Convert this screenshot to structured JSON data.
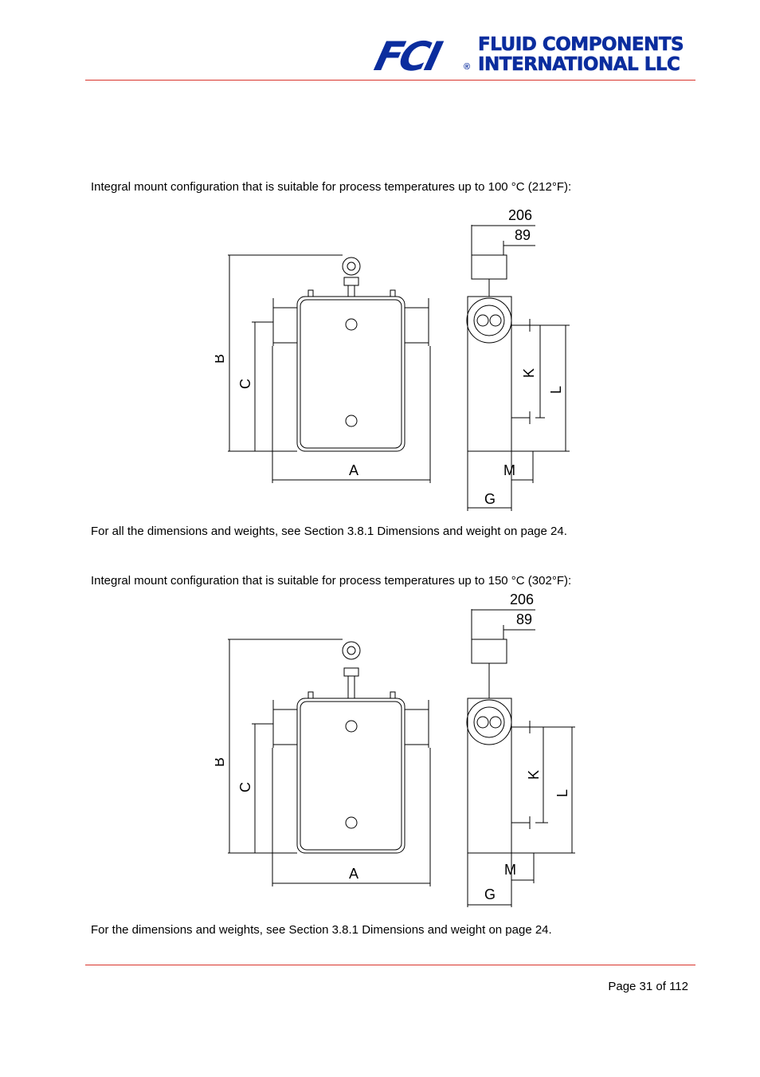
{
  "header": {
    "logo_mark": "FCI",
    "logo_registered": "®",
    "company_line1": "FLUID COMPONENTS",
    "company_line2": "INTERNATIONAL LLC",
    "brand_color": "#0b2d9e",
    "rule_color": "#d9342b"
  },
  "sections": [
    {
      "intro": "Integral mount configuration that is suitable for process temperatures up to 100 °C (212°F):",
      "figure": {
        "dim_top": "206",
        "dim_sub": "89",
        "label_a": "A",
        "label_b": "B",
        "label_c": "C",
        "label_g": "G",
        "label_k": "K",
        "label_l": "L",
        "label_m": "M"
      },
      "note": "For all the dimensions and weights, see Section 3.8.1 Dimensions and weight on page 24."
    },
    {
      "intro": "Integral mount configuration that is suitable for process temperatures up to 150 °C (302°F):",
      "figure": {
        "dim_top": "206",
        "dim_sub": "89",
        "label_a": "A",
        "label_b": "B",
        "label_c": "C",
        "label_g": "G",
        "label_k": "K",
        "label_l": "L",
        "label_m": "M"
      },
      "note": "For the dimensions and weights, see Section 3.8.1 Dimensions and weight on page 24."
    }
  ],
  "footer": {
    "page_label": "Page 31 of 112"
  }
}
